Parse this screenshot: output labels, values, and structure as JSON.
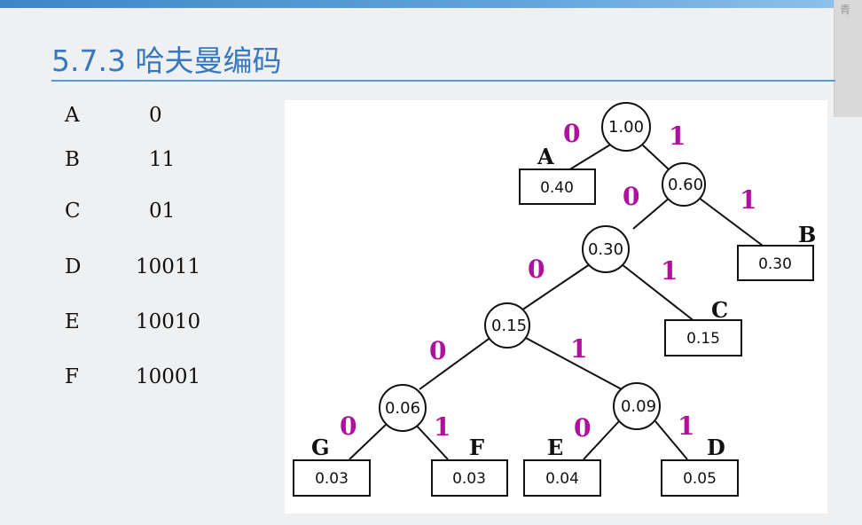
{
  "title": "5.7.3 哈夫曼编码",
  "side_tab_text": "青",
  "codes": [
    {
      "letter": "A",
      "code": "0"
    },
    {
      "letter": "B",
      "code": "11"
    },
    {
      "letter": "C",
      "code": "01"
    },
    {
      "letter": "D",
      "code": "10011"
    },
    {
      "letter": "E",
      "code": "10010"
    },
    {
      "letter": "F",
      "code": "10001"
    }
  ],
  "tree": {
    "internal_nodes": [
      "1.00",
      "0.60",
      "0.30",
      "0.15",
      "0.06",
      "0.09"
    ],
    "leaves": [
      {
        "letter": "A",
        "weight": "0.40"
      },
      {
        "letter": "B",
        "weight": "0.30"
      },
      {
        "letter": "C",
        "weight": "0.15"
      },
      {
        "letter": "G",
        "weight": "0.03"
      },
      {
        "letter": "F",
        "weight": "0.03"
      },
      {
        "letter": "E",
        "weight": "0.04"
      },
      {
        "letter": "D",
        "weight": "0.05"
      }
    ],
    "edge_labels": {
      "zero": "0",
      "one": "1"
    },
    "colors": {
      "bit_label": "#b0119c",
      "title": "#3a78bd",
      "accent_bar": "#5ea3dc"
    }
  }
}
